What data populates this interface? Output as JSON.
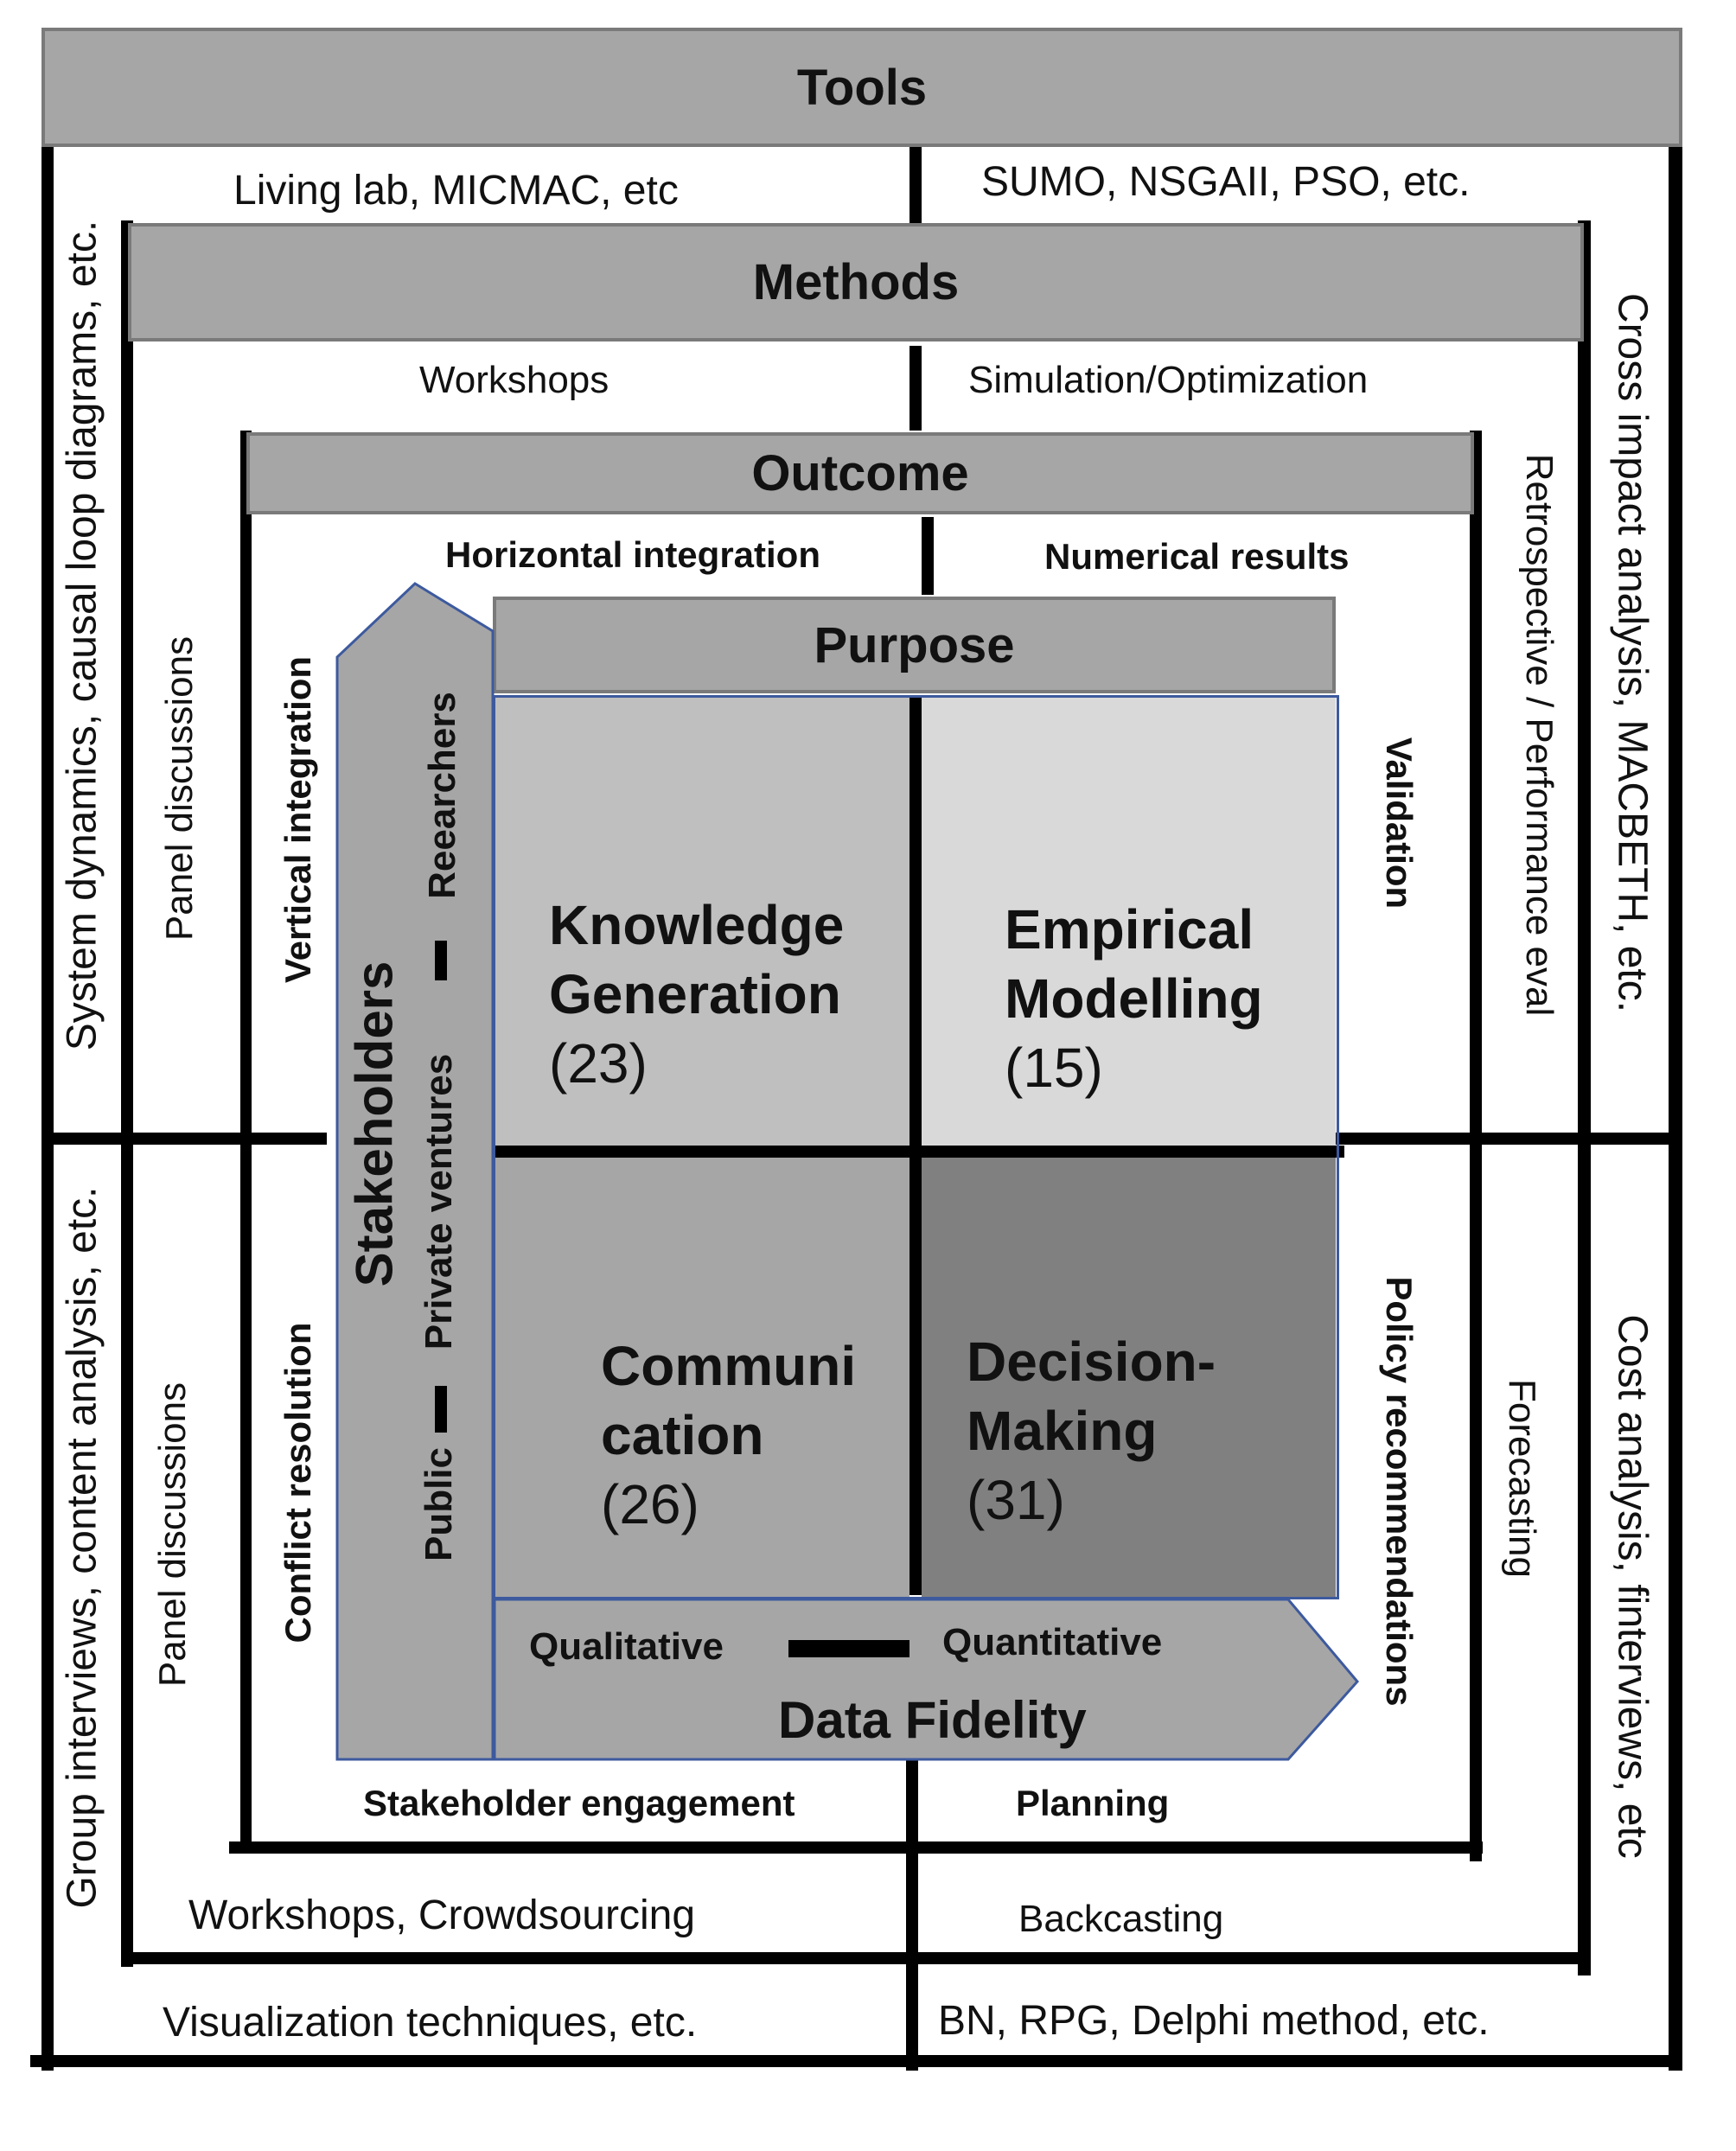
{
  "tools": {
    "title": "Tools",
    "top_left": "Living lab, MICMAC, etc",
    "top_right": "SUMO, NSGAII, PSO, etc.",
    "left_top": "System dynamics, causal loop diagrams,  etc.",
    "left_bottom": "Group interviews, content analysis, etc.",
    "right_top": "Cross impact analysis, MACBETH, etc.",
    "right_bottom": "Cost analysis, finterviews, etc",
    "bottom_left": "Visualization techniques, etc.",
    "bottom_right": "BN, RPG, Delphi method, etc."
  },
  "methods": {
    "title": "Methods",
    "top_left": "Workshops",
    "top_right": "Simulation/Optimization",
    "left_top": "Panel discussions",
    "left_bottom": "Panel discussions",
    "right_top": "Retrospective  / Performance eval",
    "right_bottom": "Forecasting",
    "bottom_left": "Workshops, Crowdsourcing",
    "bottom_right": "Backcasting"
  },
  "outcome": {
    "title": "Outcome",
    "top_left": "Horizontal integration",
    "top_right": "Numerical results",
    "left_top": "Vertical integration",
    "left_bottom": "Conflict resolution",
    "right_top": "Validation",
    "right_bottom": "Policy recommendations",
    "bottom_left": "Stakeholder engagement",
    "bottom_right": "Planning"
  },
  "purpose": {
    "title": "Purpose",
    "quadrants": [
      {
        "title_line1": "Knowledge",
        "title_line2": "Generation",
        "count": "(23)",
        "color": "#bfbfbf"
      },
      {
        "title_line1": "Empirical",
        "title_line2": "Modelling",
        "count": "(15)",
        "color": "#d9d9d9"
      },
      {
        "title_line1": "Communi",
        "title_line2": "cation",
        "count": "(26)",
        "color": "#a6a6a6"
      },
      {
        "title_line1": "Decision-",
        "title_line2": "Making",
        "count": "(31)",
        "color": "#808080"
      }
    ]
  },
  "stakeholders": {
    "title": "Stakeholders",
    "low": "Public",
    "mid": "Private ventures",
    "high": "Reearchers"
  },
  "data_fidelity": {
    "title": "Data Fidelity",
    "low": "Qualitative",
    "high": "Quantitative"
  },
  "colors": {
    "header_fill": "#a6a6a6",
    "arrow_fill": "#a6a6a6",
    "arrow_stroke": "#3d5a9e"
  }
}
